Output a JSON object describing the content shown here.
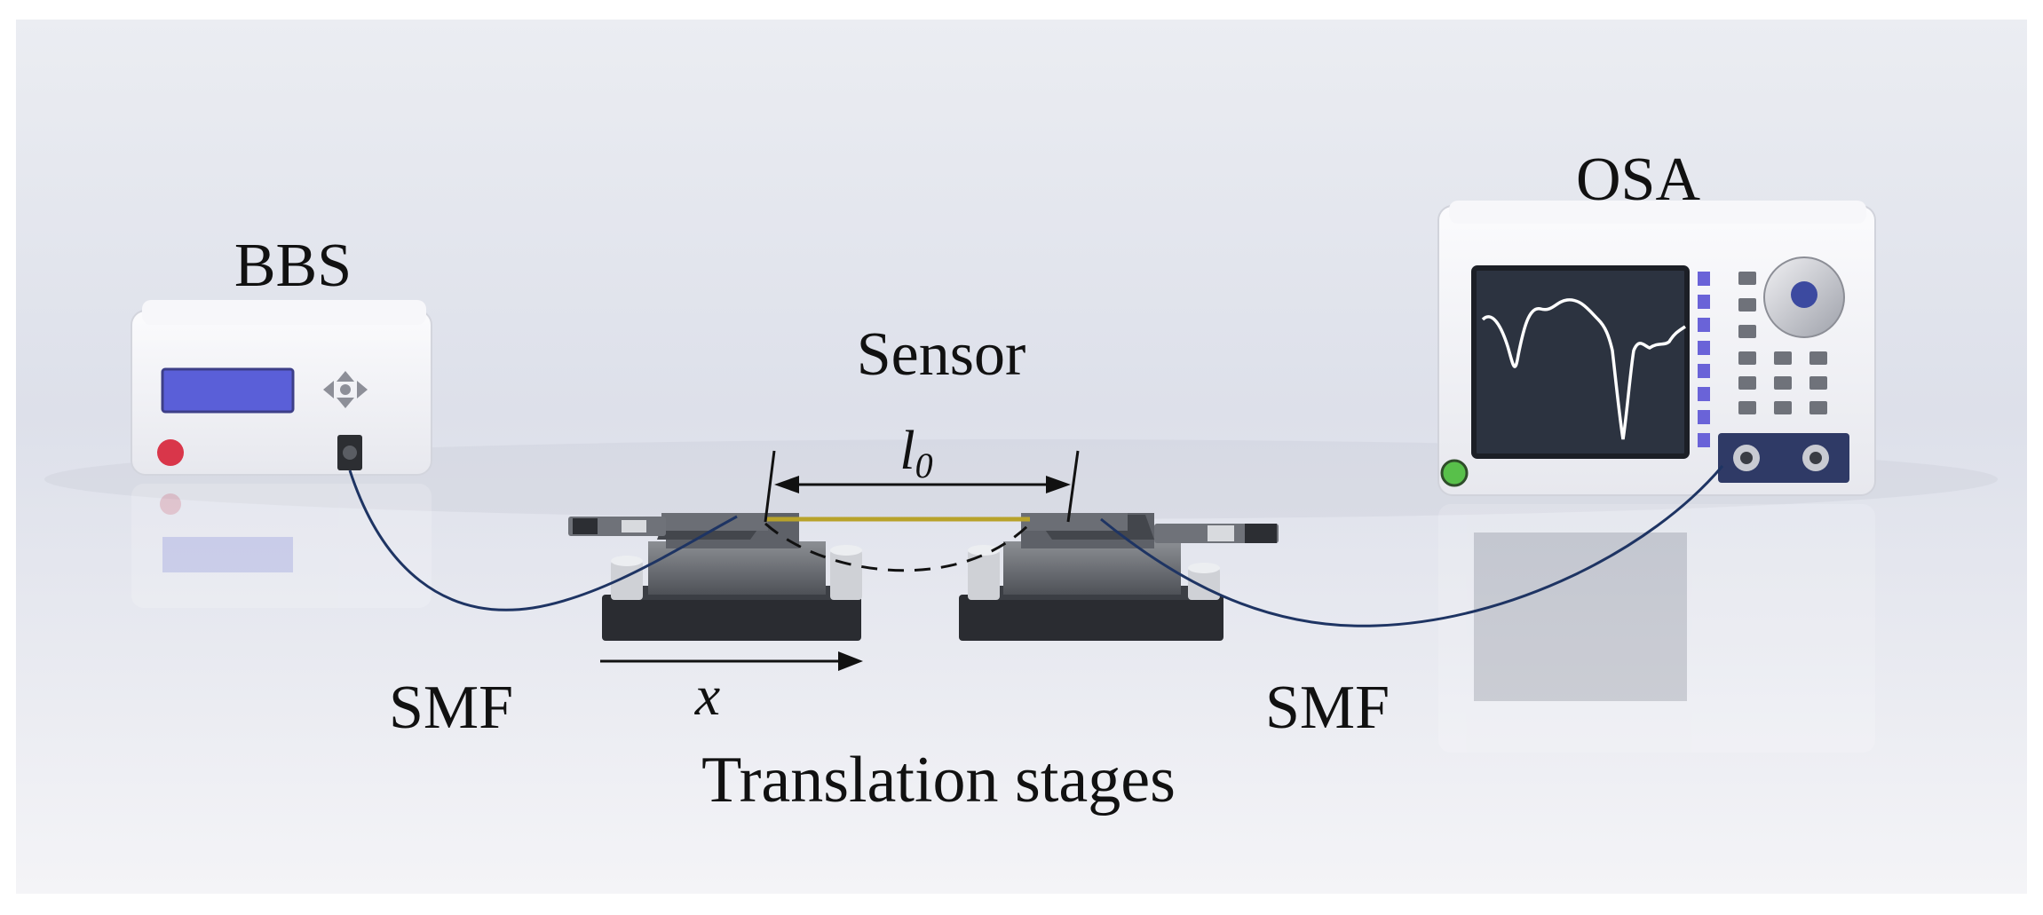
{
  "labels": {
    "bbs": "BBS",
    "osa": "OSA",
    "sensor": "Sensor",
    "length_symbol": "l",
    "length_subscript": "0",
    "smf_left": "SMF",
    "smf_right": "SMF",
    "displacement": "x",
    "stages": "Translation stages"
  },
  "colors": {
    "fiber": "#1e3463",
    "sensor_fiber": "#b8a22a",
    "bbs_screen": "#5a5fd8",
    "osa_screen": "#2c3340",
    "osa_buttons": "#6a63d8",
    "power_button": "#d9364a",
    "osa_power": "#58c04a"
  }
}
